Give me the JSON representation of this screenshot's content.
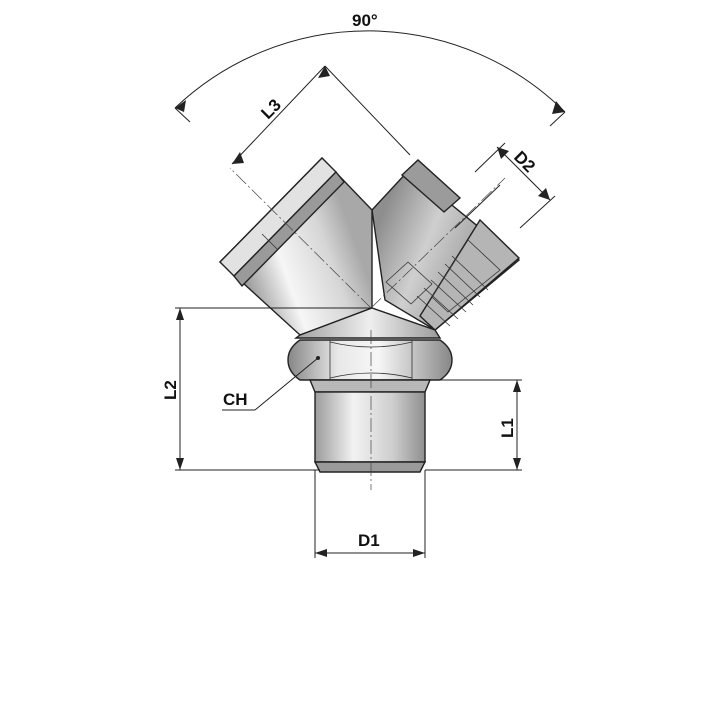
{
  "labels": {
    "angle": "90°",
    "l3": "L3",
    "d2": "D2",
    "l2": "L2",
    "ch": "CH",
    "l1": "L1",
    "d1": "D1"
  },
  "colors": {
    "metal_light": "#f4f4f4",
    "metal_mid": "#c8c8c8",
    "metal_dark": "#7a7a7a",
    "line": "#222222"
  }
}
